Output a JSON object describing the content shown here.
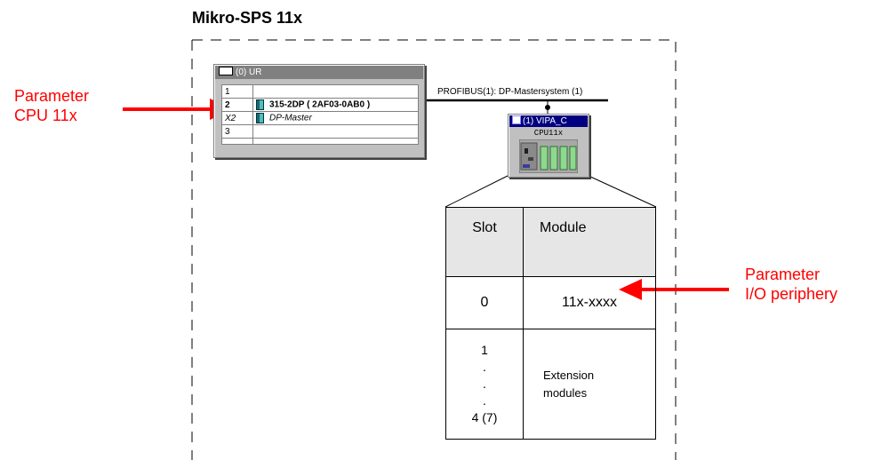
{
  "title": "Mikro-SPS 11x",
  "rack": {
    "title": "(0) UR",
    "rows": [
      {
        "slot": "1",
        "module": "",
        "style": "normal"
      },
      {
        "slot": "2",
        "module": "315-2DP  ( 2AF03-0AB0 )",
        "style": "strong"
      },
      {
        "slot": "X2",
        "module": "DP-Master",
        "style": "italic"
      },
      {
        "slot": "3",
        "module": "",
        "style": "normal"
      },
      {
        "slot": "",
        "module": "",
        "style": "normal"
      }
    ]
  },
  "profibus_label": "PROFIBUS(1): DP-Mastersystem (1)",
  "slave": {
    "title": "(1) VIPA_C",
    "subtitle": "CPU11x"
  },
  "slot_table": {
    "headers": [
      "Slot",
      "Module"
    ],
    "row0": {
      "slot": "0",
      "module": "11x-xxxx"
    },
    "row1": {
      "slot_lines": [
        "1",
        ".",
        ".",
        ".",
        "4 (7)"
      ],
      "module_lines": [
        "Extension",
        "modules"
      ]
    }
  },
  "labels": {
    "cpu": [
      "Parameter",
      "CPU 11x"
    ],
    "io": [
      "Parameter",
      "I/O periphery"
    ]
  },
  "colors": {
    "annotation": "#ff0000",
    "window_face": "#c0c0c0",
    "active_titlebar": "#000080",
    "inactive_titlebar": "#808080"
  }
}
